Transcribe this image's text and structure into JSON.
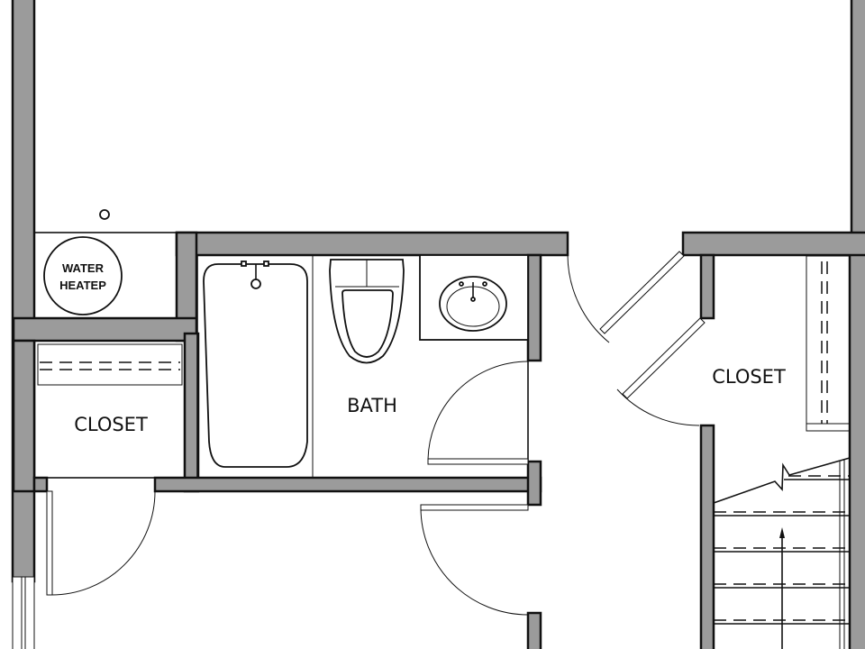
{
  "rooms": {
    "bath": "BATH",
    "closet_left": "CLOSET",
    "closet_right": "CLOSET"
  },
  "fixtures": {
    "water_heater_line1": "WATER",
    "water_heater_line2": "HEATEP"
  },
  "colors": {
    "wall": "#9b9b9b",
    "line": "#111111"
  }
}
